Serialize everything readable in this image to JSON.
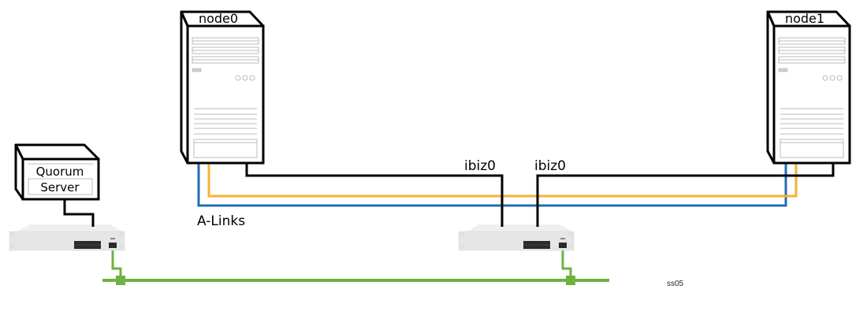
{
  "diagram": {
    "nodes": {
      "node0": {
        "label": "node0"
      },
      "node1": {
        "label": "node1"
      },
      "quorum": {
        "line1": "Quorum",
        "line2": "Server"
      }
    },
    "labels": {
      "ibiz_left": "ibiz0",
      "ibiz_right": "ibiz0",
      "alinks": "A-Links",
      "corner": "ss05"
    },
    "colors": {
      "interconnect": "#000000",
      "alink_orange": "#f5b233",
      "alink_blue": "#1f6fb2",
      "network_green": "#6db33f",
      "switch_body": "#e6e6e6"
    }
  }
}
